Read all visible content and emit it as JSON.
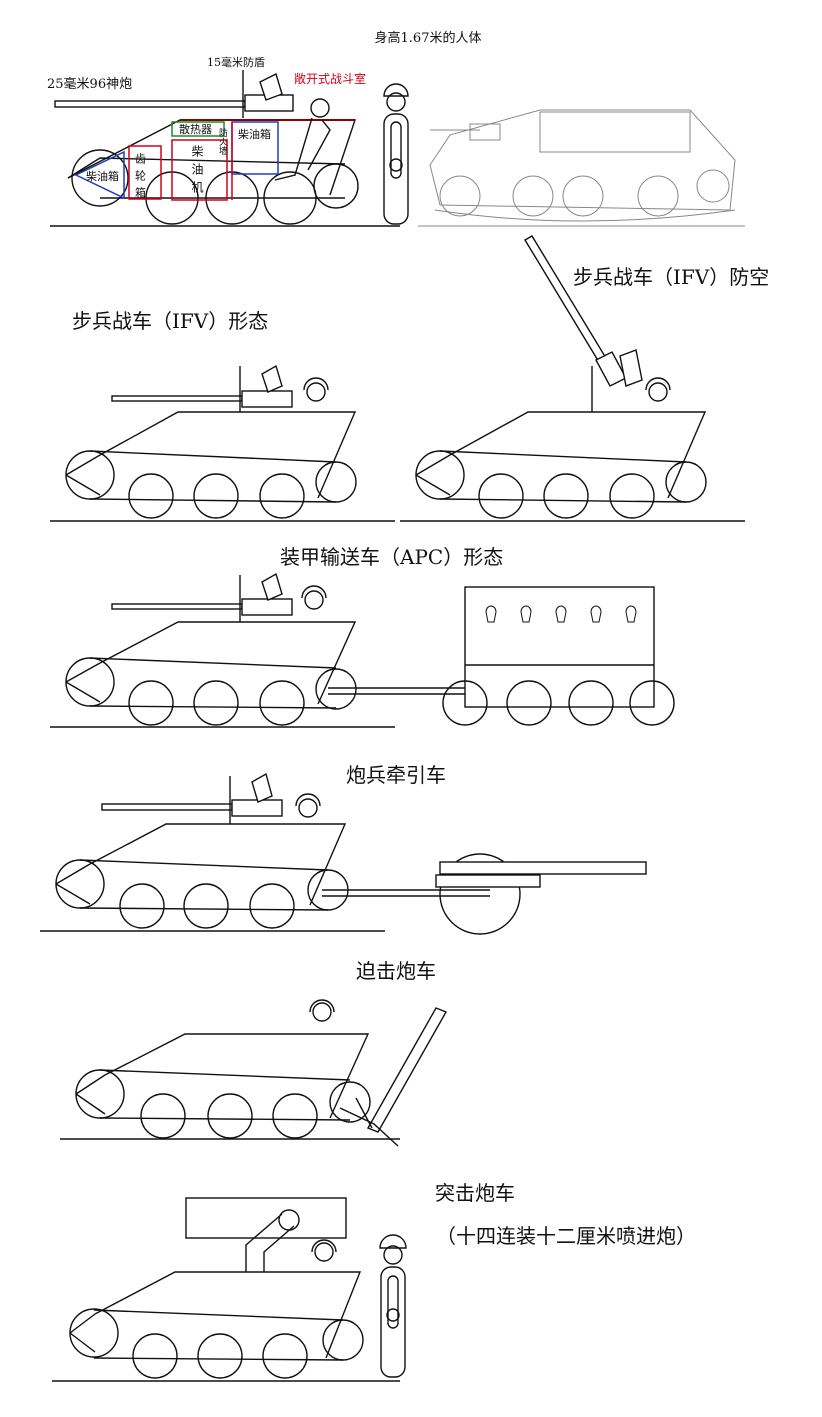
{
  "figure": {
    "human_label": "身高1.67米的人体",
    "labels_top": {
      "gun": "25毫米96神炮",
      "shield": "15毫米防盾",
      "open_compartment": "敞开式战斗室",
      "radiator": "散热器",
      "fuel_tank_front": "柴油箱",
      "fuel_tank_rear": "柴油箱",
      "gearbox": "齿轮箱",
      "engine": "柴油机",
      "firewall": "防火墙"
    },
    "labels_colors": {
      "open_compartment": "#d0021b",
      "gearbox_box": "#d0021b",
      "engine_box": "#d0021b",
      "fuel_rear_box": "#1f3fbf",
      "fuel_front_box": "#1f3fbf",
      "radiator_box": "#1a8a2a",
      "roof_line": "#8b0000"
    },
    "variants": {
      "ifv": "步兵战车（IFV）形态",
      "ifv_aa": "步兵战车（IFV）防空",
      "apc": "装甲输送车（APC）形态",
      "artillery_tractor": "炮兵牵引车",
      "mortar": "迫击炮车",
      "assault_gun_line1": "突击炮车",
      "assault_gun_line2": "（十四连装十二厘米喷进炮）"
    }
  }
}
